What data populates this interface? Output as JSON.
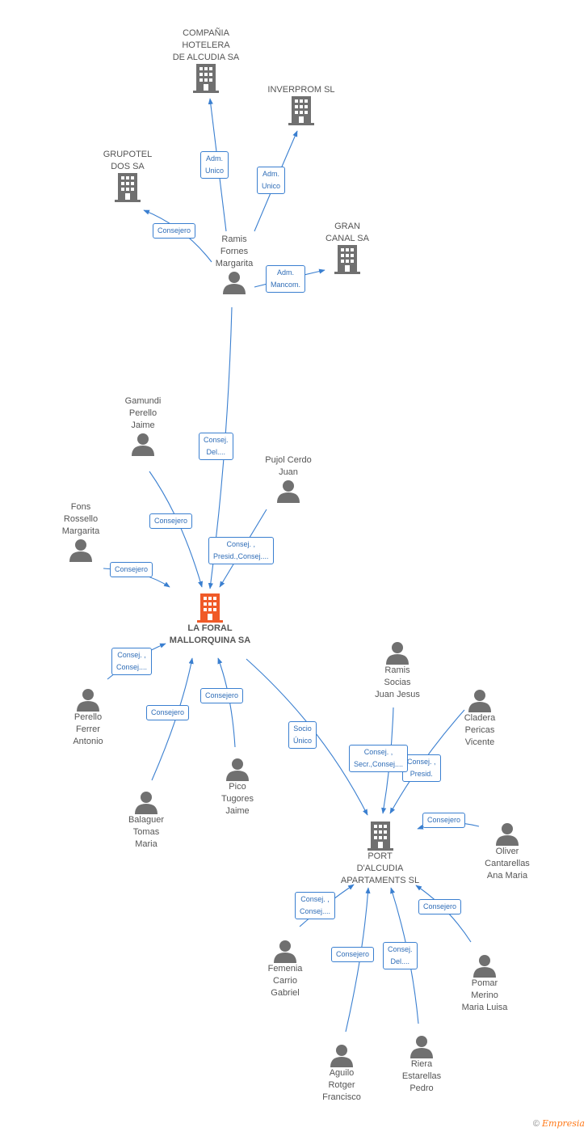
{
  "colors": {
    "edge": "#3a7fd0",
    "icon": "#707070",
    "main": "#f05a28"
  },
  "nodes": [
    {
      "id": "cia_hotelera",
      "type": "company",
      "label": "COMPAÑIA\nHOTELERA\nDE ALCUDIA SA"
    },
    {
      "id": "inverprom",
      "type": "company",
      "label": "INVERPROM SL"
    },
    {
      "id": "grupotel",
      "type": "company",
      "label": "GRUPOTEL\nDOS SA"
    },
    {
      "id": "gran_canal",
      "type": "company",
      "label": "GRAN\nCANAL SA"
    },
    {
      "id": "ramis_fornes",
      "type": "person",
      "label": "Ramis\nFornes\nMargarita"
    },
    {
      "id": "gamundi",
      "type": "person",
      "label": "Gamundi\nPerello\nJaime"
    },
    {
      "id": "pujol",
      "type": "person",
      "label": "Pujol Cerdo\nJuan"
    },
    {
      "id": "fons",
      "type": "person",
      "label": "Fons\nRossello\nMargarita"
    },
    {
      "id": "la_foral",
      "type": "main",
      "label": "LA FORAL\nMALLORQUINA SA"
    },
    {
      "id": "perello",
      "type": "person",
      "label": "Perello\nFerrer\nAntonio"
    },
    {
      "id": "balaguer",
      "type": "person",
      "label": "Balaguer\nTomas\nMaria"
    },
    {
      "id": "pico",
      "type": "person",
      "label": "Pico\nTugores\nJaime"
    },
    {
      "id": "ramis_socias",
      "type": "person",
      "label": "Ramis\nSocias\nJuan Jesus"
    },
    {
      "id": "cladera",
      "type": "person",
      "label": "Cladera\nPericas\nVicente"
    },
    {
      "id": "port_alcudia",
      "type": "company",
      "label": "PORT\nD'ALCUDIA\nAPARTAMENTS SL"
    },
    {
      "id": "oliver",
      "type": "person",
      "label": "Oliver\nCantarellas\nAna Maria"
    },
    {
      "id": "femenia",
      "type": "person",
      "label": "Femenia\nCarrio\nGabriel"
    },
    {
      "id": "pomar",
      "type": "person",
      "label": "Pomar\nMerino\nMaria Luisa"
    },
    {
      "id": "aguilo",
      "type": "person",
      "label": "Aguilo\nRotger\nFrancisco"
    },
    {
      "id": "riera",
      "type": "person",
      "label": "Riera\nEstarellas\nPedro"
    }
  ],
  "edges": [
    {
      "from": "ramis_fornes",
      "to": "cia_hotelera",
      "label": "Adm.\nUnico"
    },
    {
      "from": "ramis_fornes",
      "to": "inverprom",
      "label": "Adm.\nUnico"
    },
    {
      "from": "ramis_fornes",
      "to": "grupotel",
      "label": "Consejero"
    },
    {
      "from": "ramis_fornes",
      "to": "gran_canal",
      "label": "Adm.\nMancom."
    },
    {
      "from": "ramis_fornes",
      "to": "la_foral",
      "label": "Consej.\nDel...."
    },
    {
      "from": "gamundi",
      "to": "la_foral",
      "label": "Consejero"
    },
    {
      "from": "pujol",
      "to": "la_foral",
      "label": "Consej. ,\nPresid.,Consej...."
    },
    {
      "from": "fons",
      "to": "la_foral",
      "label": "Consejero"
    },
    {
      "from": "perello",
      "to": "la_foral",
      "label": "Consej. ,\nConsej...."
    },
    {
      "from": "balaguer",
      "to": "la_foral",
      "label": "Consejero"
    },
    {
      "from": "pico",
      "to": "la_foral",
      "label": "Consejero"
    },
    {
      "from": "la_foral",
      "to": "port_alcudia",
      "label": "Socio\nÚnico"
    },
    {
      "from": "ramis_socias",
      "to": "port_alcudia",
      "label": "Consej. ,\nSecr.,Consej...."
    },
    {
      "from": "cladera",
      "to": "port_alcudia",
      "label": "Consej. ,\nPresid."
    },
    {
      "from": "oliver",
      "to": "port_alcudia",
      "label": "Consejero"
    },
    {
      "from": "femenia",
      "to": "port_alcudia",
      "label": "Consej. ,\nConsej...."
    },
    {
      "from": "pomar",
      "to": "port_alcudia",
      "label": "Consejero"
    },
    {
      "from": "aguilo",
      "to": "port_alcudia",
      "label": "Consejero"
    },
    {
      "from": "riera",
      "to": "port_alcudia",
      "label": "Consej.\nDel...."
    }
  ],
  "footer": {
    "copyright": "©",
    "brand": "Empresia"
  }
}
